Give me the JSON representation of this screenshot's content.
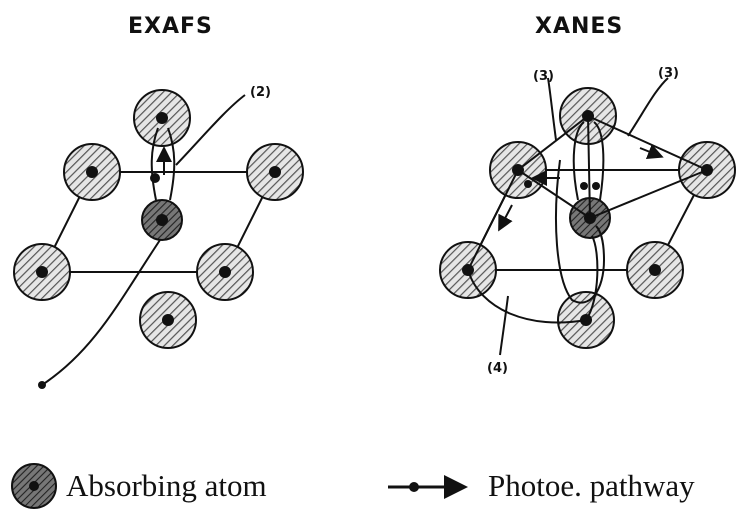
{
  "panels": {
    "left_title": "EXAFS",
    "right_title": "XANES"
  },
  "path_labels": {
    "exafs_two": "(2)",
    "xanes_three_a": "(3)",
    "xanes_three_b": "(3)",
    "xanes_four": "(4)"
  },
  "legend": {
    "absorbing_atom": "Absorbing atom",
    "photoelectron_pathway": "Photoe. pathway"
  },
  "colors": {
    "ink": "#111111",
    "hatch_light": "#bdbdbd",
    "absorber_fill": "#5a5a5a"
  }
}
